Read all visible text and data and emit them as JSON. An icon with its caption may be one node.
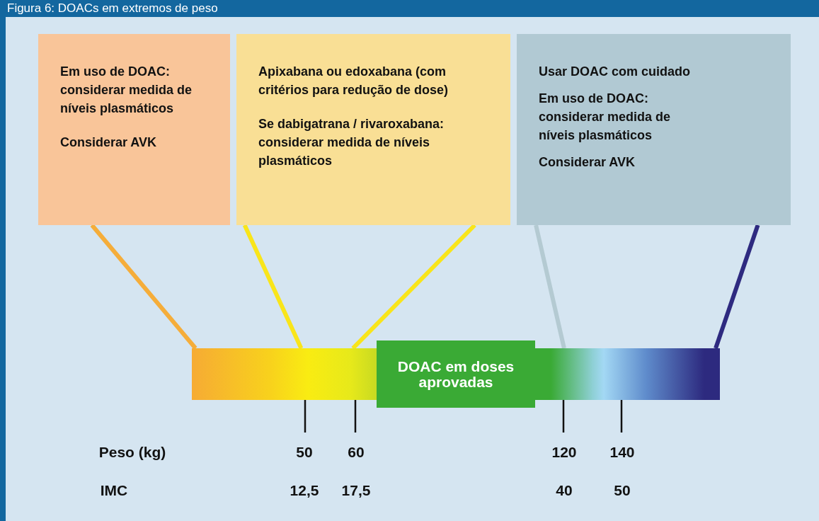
{
  "diagram": {
    "title": "Figura 6: DOACs em extremos de peso",
    "nodes": [
      {
        "text": [
          "Em uso de DOAC: considerar medida de níveis plasmáticos",
          "Considerar AVK"
        ]
      },
      {
        "text": [
          "Apixabana ou edoxabana (com critérios para redução de dose)",
          "Se dabigatrana / rivaroxabana: considerar medida de níveis plasmáticos"
        ]
      },
      {
        "text": [
          "Usar DOAC com cuidado",
          "Em uso de DOAC: considerar medida de níveis plasmáticos",
          "Considerar AVK"
        ]
      },
      {
        "text": [],
        "shape": "bar"
      },
      {
        "text": [
          "DOAC em doses aprovadas"
        ]
      }
    ],
    "edges": [
      {
        "from": 0,
        "to": 3,
        "arrow": "none",
        "color": "#f5ad3a"
      },
      {
        "from": 1,
        "to": 3,
        "arrow": "none"
      },
      {
        "from": 1,
        "to": 3,
        "arrow": "none"
      },
      {
        "from": 2,
        "to": 3,
        "arrow": "none",
        "color": "#b4cad2"
      },
      {
        "from": 2,
        "to": 3,
        "arrow": "none",
        "color": "#2e2a80"
      }
    ],
    "labels": [
      "Peso (kg)",
      "50",
      "60",
      "120",
      "140",
      "IMC",
      "12,5",
      "17,5",
      "40",
      "50"
    ]
  }
}
